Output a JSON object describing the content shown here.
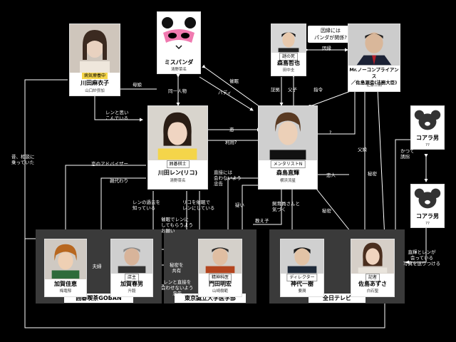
{
  "groups": {
    "goban": "囲碁喫茶GOBAN",
    "university": "東京誠立大学医学部",
    "tv": "全日テレビ"
  },
  "characters": {
    "misu_panda": {
      "name": "ミスパンダ",
      "actor": "清野菜名"
    },
    "nazo": {
      "tag": "謎の死",
      "name": "森島哲也",
      "actor": "田中圭"
    },
    "kawada_asako": {
      "tag": "病気療養中",
      "name": "川田麻衣子",
      "actor": "山口紗弥加"
    },
    "sasaki": {
      "name": "Mr.ノーコンプライアンス\n／佐島源造(法務大臣)",
      "actor": "佐藤二朗"
    },
    "kawada_ren": {
      "tag": "囲碁棋士",
      "name": "川田レン(リコ)",
      "actor": "清野菜名"
    },
    "morishima_naoki": {
      "tag": "メンタリストN",
      "name": "森島直輝",
      "actor": "横浜流星"
    },
    "koala1": {
      "name": "コアラ男",
      "actor": "??"
    },
    "koala2": {
      "name": "コアラ男",
      "actor": "??"
    },
    "kaga_yoshie": {
      "name": "加賀佳恵",
      "actor": "梅竜郁"
    },
    "kaga_haruo": {
      "tag": "店主",
      "name": "加賀春男",
      "actor": "升毅"
    },
    "kadoda": {
      "tag": "精神科医",
      "name": "門田明宏",
      "actor": "山崎樹範"
    },
    "jinshiro": {
      "tag": "ディレクター",
      "name": "神代一樹",
      "actor": "要潤"
    },
    "sajima_azusa": {
      "tag": "記者",
      "name": "佐島あずさ",
      "actor": "白石聖"
    }
  },
  "bubble": "因縁には\nパンダが関係?",
  "labels": {
    "haha_musume": "母娘",
    "douitsu": "同一人物",
    "saimin": "催眠",
    "buddy": "バディ",
    "shogen": "証拠",
    "fushi": "父子",
    "shirei": "指令",
    "innen": "因縁",
    "ren_to_omoi": "レンと思い\nこんでいる",
    "koi": "恋",
    "riyou": "利用?",
    "question": "?",
    "fushi2": "父娘",
    "katsute": "かつて\n誘拐",
    "himitsu1": "秘密",
    "mukashi": "昔、相談に\n乗っていた",
    "koi_advisor": "恋のアドバイザー",
    "oya_gawari": "親代わり",
    "chokusetsu": "直接には\n会わないよう\n忠告",
    "koibito": "恋人",
    "ren_kako": "レンの過去を\n知っている",
    "riko_saimin": "リコを催眠で\nレンにしている",
    "utagai": "疑い",
    "shiiku": "飼育員さんと\n気づく",
    "himitsu2": "秘密",
    "saimin_ren": "催眠でレンに\nしてもらうよう\nお願い",
    "fuufu": "夫婦",
    "himitsu_kyouyu": "秘密を\n共有",
    "ren_to_chokusetsu": "レンと直接を\n会わせないよう\n忠告",
    "oshiete": "教え子",
    "shashin": "直輝とレンが\n会っている\n写真を送りつける"
  }
}
